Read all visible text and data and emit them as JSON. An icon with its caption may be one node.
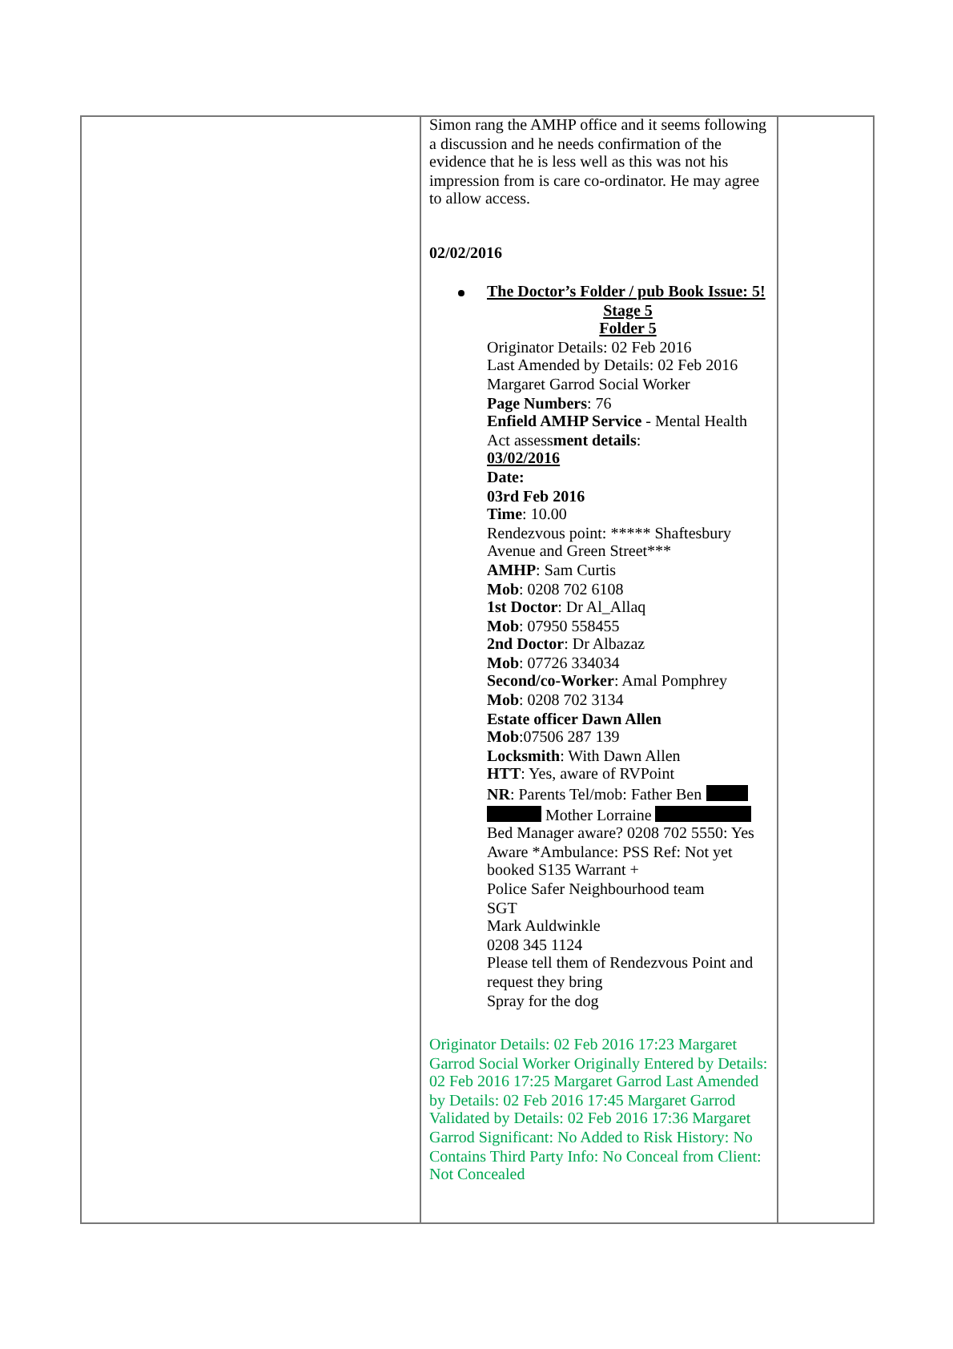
{
  "diagram": {
    "labels": [
      "Simon rang the AMHP office and it seems following a discussion and he needs confirmation of the evidence that he is less well as this was not his impression from is care co-ordinator. He may agree to allow access.",
      "02/02/2016",
      "The Doctor’s Folder / pub Book Issue: 5!",
      "Stage 5",
      "Folder 5",
      "Originator Details: 02 Feb 2016",
      "Last Amended by Details: 02 Feb 2016",
      "Margaret Garrod Social Worker",
      "**Page Numbers**: 76",
      "**Enfield AMHP Service** - Mental Health Act assess**ment details**:",
      "03/02/2016",
      "Date:",
      "03rd Feb 2016",
      "**Time**: 10.00",
      "Rendezvous point: ***** Shaftesbury Avenue and Green Street***",
      "**AMHP**: Sam Curtis",
      "**Mob**: 0208 702 6108",
      "**1st Doctor**: Dr Al_Allaq",
      "**Mob**: 07950 558455",
      "**2nd Doctor**: Dr Albazaz",
      "**Mob**: 07726 334034",
      "**Second/co-Worker**: Amal Pomphrey",
      "**Mob**: 0208 702 3134",
      "Estate officer Dawn Allen",
      "**Mob**:07506 287 139",
      "**Locksmith**: With Dawn Allen",
      "**HTT**: Yes, aware of RVPoint",
      "**NR**: Parents Tel/mob: Father Ben",
      "Mother Lorraine",
      "Bed Manager aware? 0208 702 5550: Yes",
      "Aware *Ambulance: PSS Ref: Not yet booked S135 Warrant +",
      "Police Safer Neighbourhood team",
      "SGT",
      "Mark Auldwinkle",
      "0208 345 1124",
      "Please tell them of Rendezvous Point and request they bring",
      "Spray for the dog",
      "Originator Details: 02 Feb 2016 17:23 Margaret Garrod Social Worker Originally Entered by Details: 02 Feb 2016 17:25 Margaret Garrod Last Amended by Details: 02 Feb 2016 17:45 Margaret Garrod Validated by Details: 02 Feb 2016 17:36 Margaret Garrod Significant: No Added to Risk History: No",
      "Contains Third Party Info: No Conceal from Client: Not Concealed"
    ]
  }
}
